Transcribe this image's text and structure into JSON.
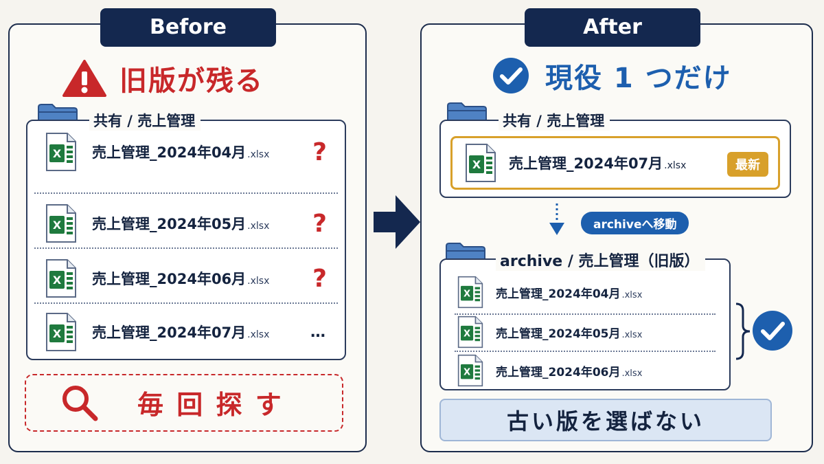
{
  "before": {
    "tab_label": "Before",
    "heading": "旧版が残る",
    "folder_label": "共有 / 売上管理",
    "files": [
      {
        "name": "売上管理_2024年04月",
        "ext": ".xlsx",
        "marker": "?"
      },
      {
        "name": "売上管理_2024年05月",
        "ext": ".xlsx",
        "marker": "?"
      },
      {
        "name": "売上管理_2024年06月",
        "ext": ".xlsx",
        "marker": "?"
      },
      {
        "name": "売上管理_2024年07月",
        "ext": ".xlsx",
        "marker": "…"
      }
    ],
    "search_label": "毎 回 探 す"
  },
  "after": {
    "tab_label": "After",
    "heading": "現役 1 つだけ",
    "folder_label": "共有 / 売上管理",
    "current_file": {
      "name": "売上管理_2024年07月",
      "ext": ".xlsx",
      "badge": "最新"
    },
    "move_label": "archiveへ移動",
    "archive_label": "archive / 売上管理（旧版）",
    "archive_files": [
      {
        "name": "売上管理_2024年04月",
        "ext": ".xlsx"
      },
      {
        "name": "売上管理_2024年05月",
        "ext": ".xlsx"
      },
      {
        "name": "売上管理_2024年06月",
        "ext": ".xlsx"
      }
    ],
    "footer_label": "古い版を選ばない"
  },
  "colors": {
    "navy": "#14284f",
    "red": "#c8282a",
    "blue": "#1d5fae",
    "gold": "#d8a02a",
    "excel_green": "#1f7a3e"
  },
  "icons": [
    "warning-icon",
    "check-circle-icon",
    "folder-icon",
    "excel-file-icon",
    "search-icon",
    "arrow-right-icon",
    "arrow-down-icon",
    "brace-icon"
  ]
}
